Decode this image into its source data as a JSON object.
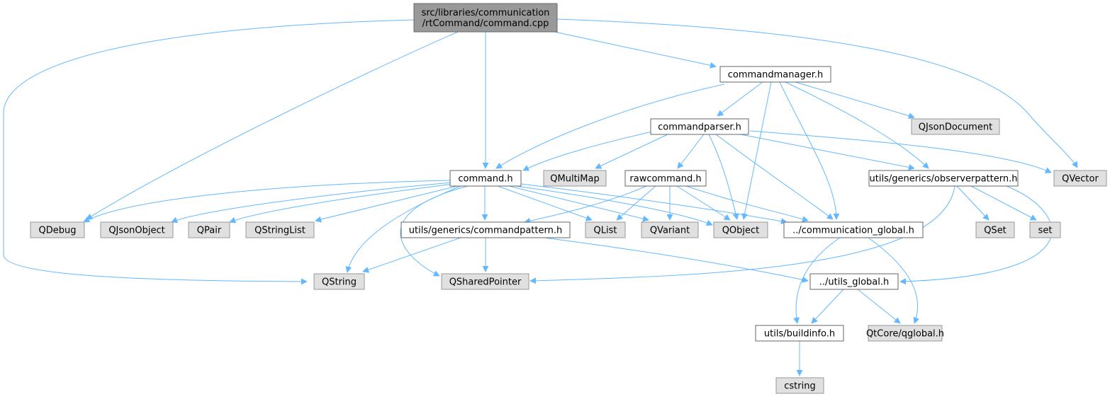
{
  "colors": {
    "root_fill": "#999999",
    "root_stroke": "#666666",
    "file_fill": "#ffffff",
    "file_stroke": "#666666",
    "external_fill": "#e0e0e0",
    "external_stroke": "#999999",
    "edge": "#63b8ff",
    "text": "#000000"
  },
  "nodes": [
    {
      "id": "root",
      "lines": [
        "src/libraries/communication",
        "/rtCommand/command.cpp"
      ],
      "kind": "root"
    },
    {
      "id": "commandmanager",
      "lines": [
        "commandmanager.h"
      ],
      "kind": "file"
    },
    {
      "id": "commandparser",
      "lines": [
        "commandparser.h"
      ],
      "kind": "file"
    },
    {
      "id": "qjsondocument",
      "lines": [
        "QJsonDocument"
      ],
      "kind": "external"
    },
    {
      "id": "command",
      "lines": [
        "command.h"
      ],
      "kind": "file"
    },
    {
      "id": "qmultimap",
      "lines": [
        "QMultiMap"
      ],
      "kind": "external"
    },
    {
      "id": "rawcommand",
      "lines": [
        "rawcommand.h"
      ],
      "kind": "file"
    },
    {
      "id": "observerpattern",
      "lines": [
        "utils/generics/observerpattern.h"
      ],
      "kind": "file"
    },
    {
      "id": "qvector",
      "lines": [
        "QVector"
      ],
      "kind": "external"
    },
    {
      "id": "qdebug",
      "lines": [
        "QDebug"
      ],
      "kind": "external"
    },
    {
      "id": "qjsonobject",
      "lines": [
        "QJsonObject"
      ],
      "kind": "external"
    },
    {
      "id": "qpair",
      "lines": [
        "QPair"
      ],
      "kind": "external"
    },
    {
      "id": "qstringlist",
      "lines": [
        "QStringList"
      ],
      "kind": "external"
    },
    {
      "id": "commandpattern",
      "lines": [
        "utils/generics/commandpattern.h"
      ],
      "kind": "file"
    },
    {
      "id": "qlist",
      "lines": [
        "QList"
      ],
      "kind": "external"
    },
    {
      "id": "qvariant",
      "lines": [
        "QVariant"
      ],
      "kind": "external"
    },
    {
      "id": "qobject",
      "lines": [
        "QObject"
      ],
      "kind": "external"
    },
    {
      "id": "commglobal",
      "lines": [
        "../communication_global.h"
      ],
      "kind": "file"
    },
    {
      "id": "qset",
      "lines": [
        "QSet"
      ],
      "kind": "external"
    },
    {
      "id": "set",
      "lines": [
        "set"
      ],
      "kind": "external"
    },
    {
      "id": "qstring",
      "lines": [
        "QString"
      ],
      "kind": "external"
    },
    {
      "id": "qsharedpointer",
      "lines": [
        "QSharedPointer"
      ],
      "kind": "external"
    },
    {
      "id": "utilsglobal",
      "lines": [
        "../utils_global.h"
      ],
      "kind": "file"
    },
    {
      "id": "buildinfo",
      "lines": [
        "utils/buildinfo.h"
      ],
      "kind": "file"
    },
    {
      "id": "qglobal",
      "lines": [
        "QtCore/qglobal.h"
      ],
      "kind": "external"
    },
    {
      "id": "cstring",
      "lines": [
        "cstring"
      ],
      "kind": "external"
    }
  ],
  "edges": [
    {
      "from": "root",
      "to": "qstring"
    },
    {
      "from": "root",
      "to": "qdebug"
    },
    {
      "from": "root",
      "to": "command"
    },
    {
      "from": "root",
      "to": "commandmanager"
    },
    {
      "from": "root",
      "to": "qvector"
    },
    {
      "from": "commandmanager",
      "to": "commandparser"
    },
    {
      "from": "commandmanager",
      "to": "qjsondocument"
    },
    {
      "from": "commandmanager",
      "to": "command"
    },
    {
      "from": "commandmanager",
      "to": "qobject"
    },
    {
      "from": "commandmanager",
      "to": "commglobal"
    },
    {
      "from": "commandmanager",
      "to": "observerpattern"
    },
    {
      "from": "commandparser",
      "to": "command"
    },
    {
      "from": "commandparser",
      "to": "qmultimap"
    },
    {
      "from": "commandparser",
      "to": "rawcommand"
    },
    {
      "from": "commandparser",
      "to": "qobject"
    },
    {
      "from": "commandparser",
      "to": "commglobal"
    },
    {
      "from": "commandparser",
      "to": "observerpattern"
    },
    {
      "from": "commandparser",
      "to": "qvector"
    },
    {
      "from": "command",
      "to": "qdebug"
    },
    {
      "from": "command",
      "to": "qjsonobject"
    },
    {
      "from": "command",
      "to": "qpair"
    },
    {
      "from": "command",
      "to": "qstringlist"
    },
    {
      "from": "command",
      "to": "qstring"
    },
    {
      "from": "command",
      "to": "qsharedpointer"
    },
    {
      "from": "command",
      "to": "commandpattern"
    },
    {
      "from": "command",
      "to": "qlist"
    },
    {
      "from": "command",
      "to": "qvariant"
    },
    {
      "from": "command",
      "to": "qobject"
    },
    {
      "from": "command",
      "to": "commglobal"
    },
    {
      "from": "rawcommand",
      "to": "commandpattern"
    },
    {
      "from": "rawcommand",
      "to": "qlist"
    },
    {
      "from": "rawcommand",
      "to": "qvariant"
    },
    {
      "from": "rawcommand",
      "to": "qobject"
    },
    {
      "from": "rawcommand",
      "to": "commglobal"
    },
    {
      "from": "observerpattern",
      "to": "qsharedpointer"
    },
    {
      "from": "observerpattern",
      "to": "qset"
    },
    {
      "from": "observerpattern",
      "to": "set"
    },
    {
      "from": "observerpattern",
      "to": "utilsglobal"
    },
    {
      "from": "commandpattern",
      "to": "qstring"
    },
    {
      "from": "commandpattern",
      "to": "qsharedpointer"
    },
    {
      "from": "commandpattern",
      "to": "utilsglobal"
    },
    {
      "from": "commglobal",
      "to": "buildinfo"
    },
    {
      "from": "commglobal",
      "to": "qglobal"
    },
    {
      "from": "utilsglobal",
      "to": "buildinfo"
    },
    {
      "from": "utilsglobal",
      "to": "qglobal"
    },
    {
      "from": "buildinfo",
      "to": "cstring"
    }
  ]
}
